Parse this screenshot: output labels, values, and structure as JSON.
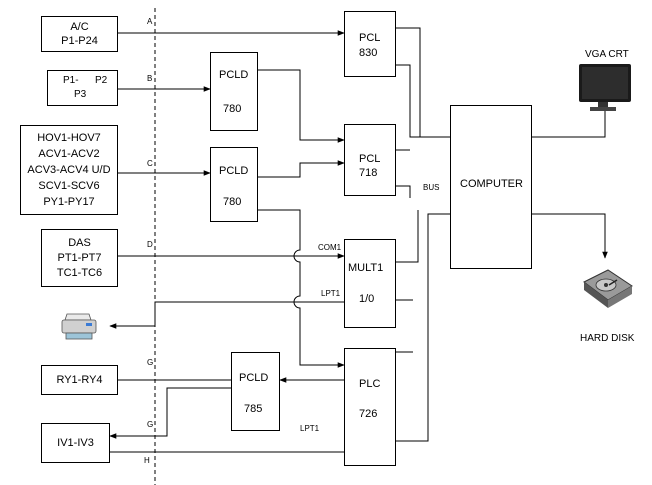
{
  "inputs": {
    "ac": {
      "line1": "A/C",
      "line2": "P1-P24"
    },
    "delta": {
      "line1a": "P1-",
      "line1b": "P2",
      "line2": "P3"
    },
    "hov": {
      "lines": [
        "HOV1-HOV7",
        "ACV1-ACV2",
        "ACV3-ACV4 U/D",
        "SCV1-SCV6",
        "PY1-PY17"
      ]
    },
    "das": {
      "line1": "DAS",
      "line2": "PT1-PT7",
      "line3": "TC1-TC6"
    },
    "ry": {
      "label": "RY1-RY4"
    },
    "iv": {
      "label": "IV1-IV3"
    }
  },
  "channels": {
    "a": "A",
    "b": "B",
    "c": "C",
    "d": "D",
    "g1": "G",
    "g2": "G",
    "h": "H"
  },
  "modules": {
    "pcl830": {
      "line1": "PCL",
      "line2": "830"
    },
    "pcld780a": {
      "line1": "PCLD",
      "line2": "780"
    },
    "pcl718": {
      "line1": "PCL",
      "line2": "718"
    },
    "pcld780b": {
      "line1": "PCLD",
      "line2": "780"
    },
    "mult1": {
      "line1": "MULT1",
      "line2": "1/0"
    },
    "pcld785": {
      "line1": "PCLD",
      "line2": "785"
    },
    "plc726": {
      "line1": "PLC",
      "line2": "726"
    }
  },
  "labels": {
    "com1": "COM1",
    "lpt1_top": "LPT1",
    "lpt1_bottom": "LPT1",
    "bus": "BUS"
  },
  "computer": {
    "label": "COMPUTER"
  },
  "peripherals": {
    "vga": "VGA CRT",
    "hard_disk": "HARD DISK"
  }
}
